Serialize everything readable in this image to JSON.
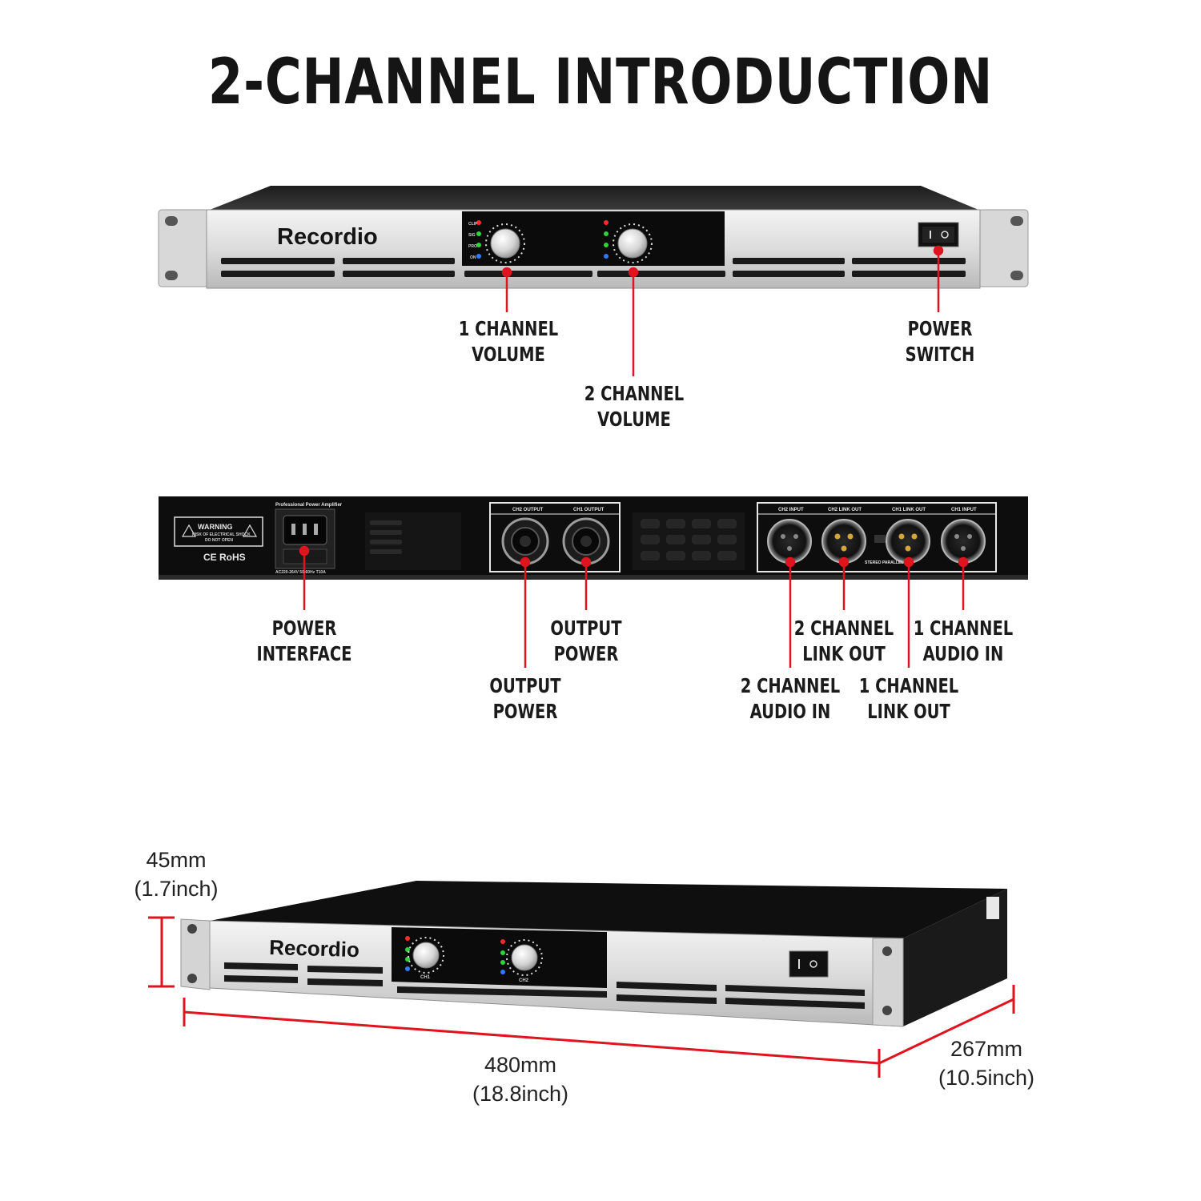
{
  "title": "2-CHANNEL INTRODUCTION",
  "brand": "Recordio",
  "front_labels": {
    "ch1_volume": [
      "1 CHANNEL",
      "VOLUME"
    ],
    "ch2_volume": [
      "2 CHANNEL",
      "VOLUME"
    ],
    "power_switch": [
      "POWER",
      "SWITCH"
    ]
  },
  "rear_labels": {
    "power_interface": [
      "POWER",
      "INTERFACE"
    ],
    "output_power_a": [
      "OUTPUT",
      "POWER"
    ],
    "output_power_b": [
      "OUTPUT",
      "POWER"
    ],
    "ch2_link_out": [
      "2 CHANNEL",
      "LINK OUT"
    ],
    "ch1_audio_in": [
      "1 CHANNEL",
      "AUDIO IN"
    ],
    "ch2_audio_in": [
      "2 CHANNEL",
      "AUDIO IN"
    ],
    "ch1_link_out": [
      "1 CHANNEL",
      "LINK OUT"
    ]
  },
  "rear_panel_text": {
    "warning": "WARNING",
    "warning_sub1": "RISK OF ELECTRICAL SHOCK",
    "warning_sub2": "DO NOT OPEN",
    "certs": "CE RoHS",
    "amp_name": "Professional Power Amplifier",
    "ac_rating": "AC220-264V 50-60Hz T10A",
    "out_ch2": "CH2 OUTPUT",
    "out_ch1": "CH1 OUTPUT",
    "in_ch2": "CH2 INPUT",
    "link_ch2": "CH2 LINK OUT",
    "link_ch1": "CH1 LINK OUT",
    "in_ch1": "CH1 INPUT",
    "mode": "STEREO PARALLEL"
  },
  "front_led_labels": [
    "CLIP",
    "SIG",
    "PRO",
    "ON"
  ],
  "knob_labels": [
    "CH1",
    "CH2"
  ],
  "dimensions": {
    "height": [
      "45mm",
      "(1.7inch)"
    ],
    "width": [
      "480mm",
      "(18.8inch)"
    ],
    "depth": [
      "267mm",
      "(10.5inch)"
    ]
  },
  "colors": {
    "callout": "#e0141e",
    "panel_black": "#0d0d0d",
    "panel_silver": "#cfcfcf",
    "led_red": "#ff2a2a",
    "led_green": "#2dd43c",
    "led_blue": "#2f7bff"
  }
}
